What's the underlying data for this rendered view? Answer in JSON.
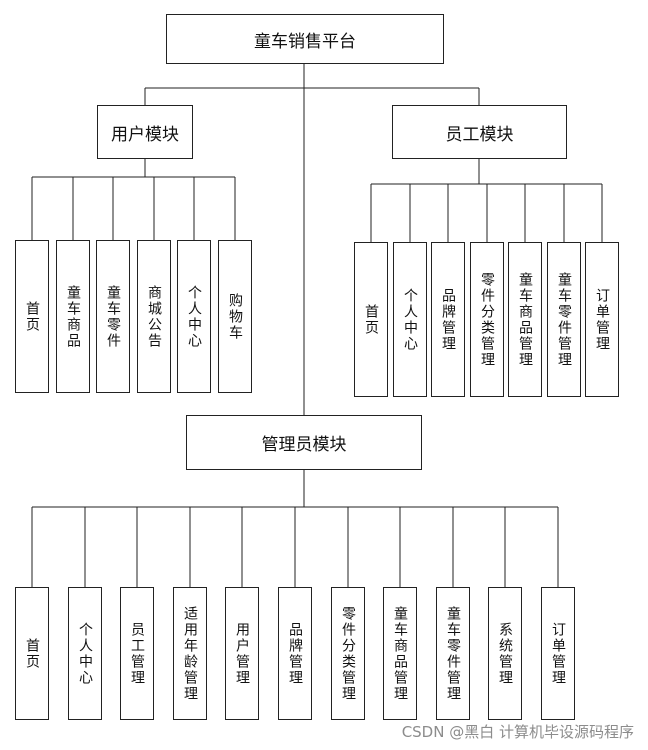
{
  "root": {
    "label": "童车销售平台"
  },
  "modules": [
    {
      "id": "user",
      "label": "用户模块",
      "children": [
        "首页",
        "童车商品",
        "童车零件",
        "商城公告",
        "个人中心",
        "购物车"
      ]
    },
    {
      "id": "staff",
      "label": "员工模块",
      "children": [
        "首页",
        "个人中心",
        "品牌管理",
        "零件分类管理",
        "童车商品管理",
        "童车零件管理",
        "订单管理"
      ]
    },
    {
      "id": "admin",
      "label": "管理员模块",
      "children": [
        "首页",
        "个人中心",
        "员工管理",
        "适用年龄管理",
        "用户管理",
        "品牌管理",
        "零件分类管理",
        "童车商品管理",
        "童车零件管理",
        "系统管理",
        "订单管理"
      ]
    }
  ],
  "watermark": "CSDN @黑白  计算机毕设源码程序"
}
